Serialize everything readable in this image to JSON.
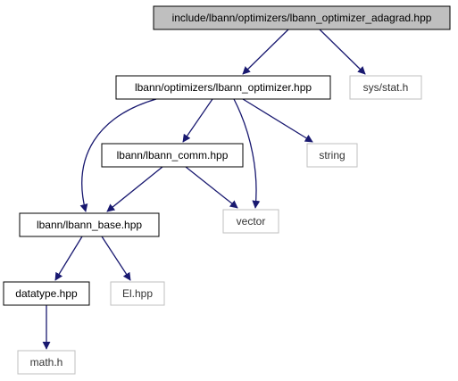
{
  "diagram": {
    "colors": {
      "root_fill": "#bfbfbf",
      "node_stroke": "#000000",
      "external_stroke": "#bfbfbf",
      "edge": "#191970"
    },
    "nodes": [
      {
        "id": "adagrad",
        "label": "include/lbann/optimizers/lbann_optimizer_adagrad.hpp",
        "kind": "root"
      },
      {
        "id": "optimizer",
        "label": "lbann/optimizers/lbann_optimizer.hpp",
        "kind": "internal"
      },
      {
        "id": "sysstat",
        "label": "sys/stat.h",
        "kind": "external"
      },
      {
        "id": "comm",
        "label": "lbann/lbann_comm.hpp",
        "kind": "internal"
      },
      {
        "id": "string",
        "label": "string",
        "kind": "external"
      },
      {
        "id": "base",
        "label": "lbann/lbann_base.hpp",
        "kind": "internal"
      },
      {
        "id": "vector",
        "label": "vector",
        "kind": "external"
      },
      {
        "id": "datatype",
        "label": "datatype.hpp",
        "kind": "internal"
      },
      {
        "id": "elhpp",
        "label": "El.hpp",
        "kind": "external"
      },
      {
        "id": "math",
        "label": "math.h",
        "kind": "external"
      }
    ],
    "edges": [
      {
        "from": "adagrad",
        "to": "optimizer"
      },
      {
        "from": "adagrad",
        "to": "sysstat"
      },
      {
        "from": "optimizer",
        "to": "base"
      },
      {
        "from": "optimizer",
        "to": "comm"
      },
      {
        "from": "optimizer",
        "to": "vector"
      },
      {
        "from": "optimizer",
        "to": "string"
      },
      {
        "from": "comm",
        "to": "base"
      },
      {
        "from": "comm",
        "to": "vector"
      },
      {
        "from": "base",
        "to": "datatype"
      },
      {
        "from": "base",
        "to": "elhpp"
      },
      {
        "from": "datatype",
        "to": "math"
      }
    ]
  }
}
